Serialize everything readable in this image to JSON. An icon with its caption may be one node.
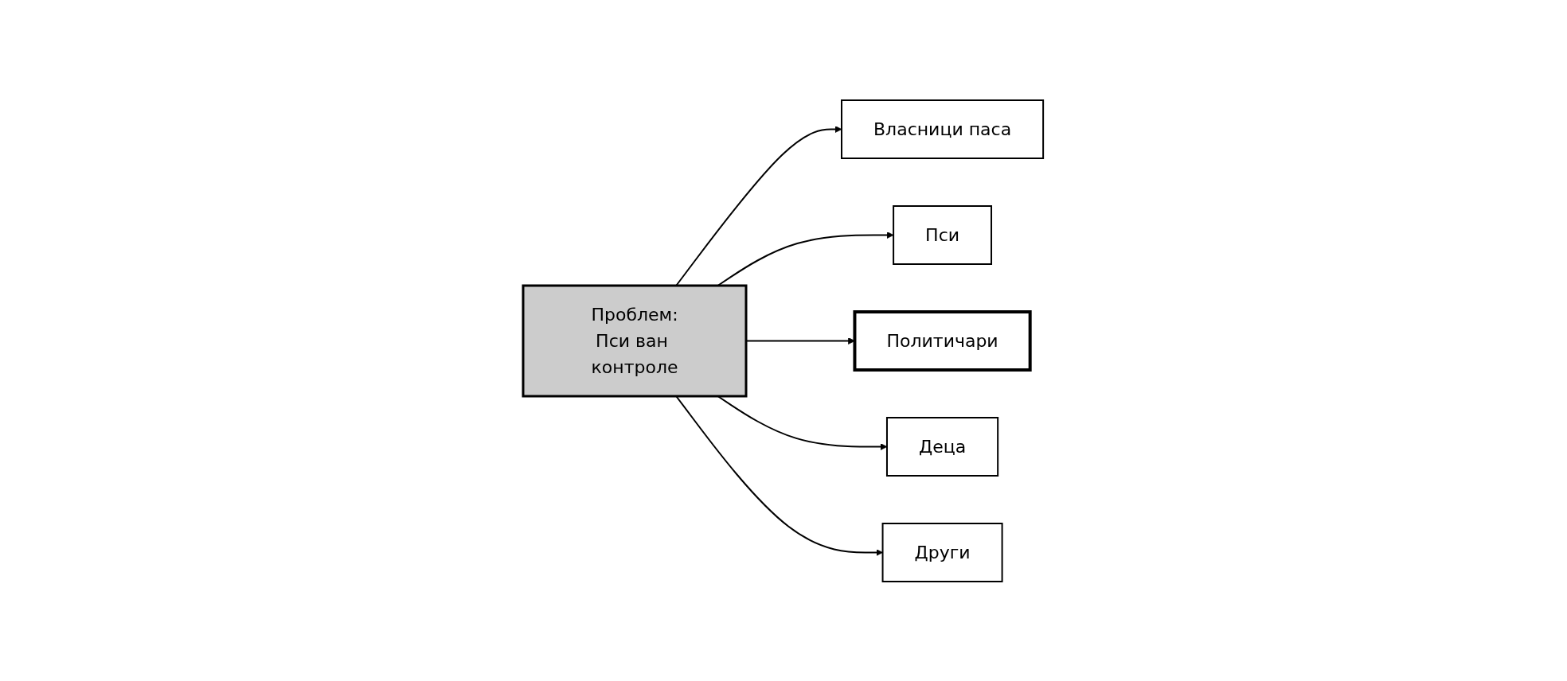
{
  "diagram": {
    "nodes": [
      {
        "text": [
          "Проблем:",
          "Пси ван контроле"
        ]
      },
      {
        "text": [
          "Власници паса"
        ]
      },
      {
        "text": [
          "Пси"
        ]
      },
      {
        "text": [
          "Политичари"
        ]
      },
      {
        "text": [
          "Деца"
        ]
      },
      {
        "text": [
          "Други"
        ]
      }
    ],
    "edges": [
      {
        "from": 0,
        "to": 1,
        "arrow": "to"
      },
      {
        "from": 0,
        "to": 2,
        "arrow": "to"
      },
      {
        "from": 0,
        "to": 3,
        "arrow": "to"
      },
      {
        "from": 0,
        "to": 4,
        "arrow": "to"
      },
      {
        "from": 0,
        "to": 5,
        "arrow": "to"
      }
    ]
  }
}
